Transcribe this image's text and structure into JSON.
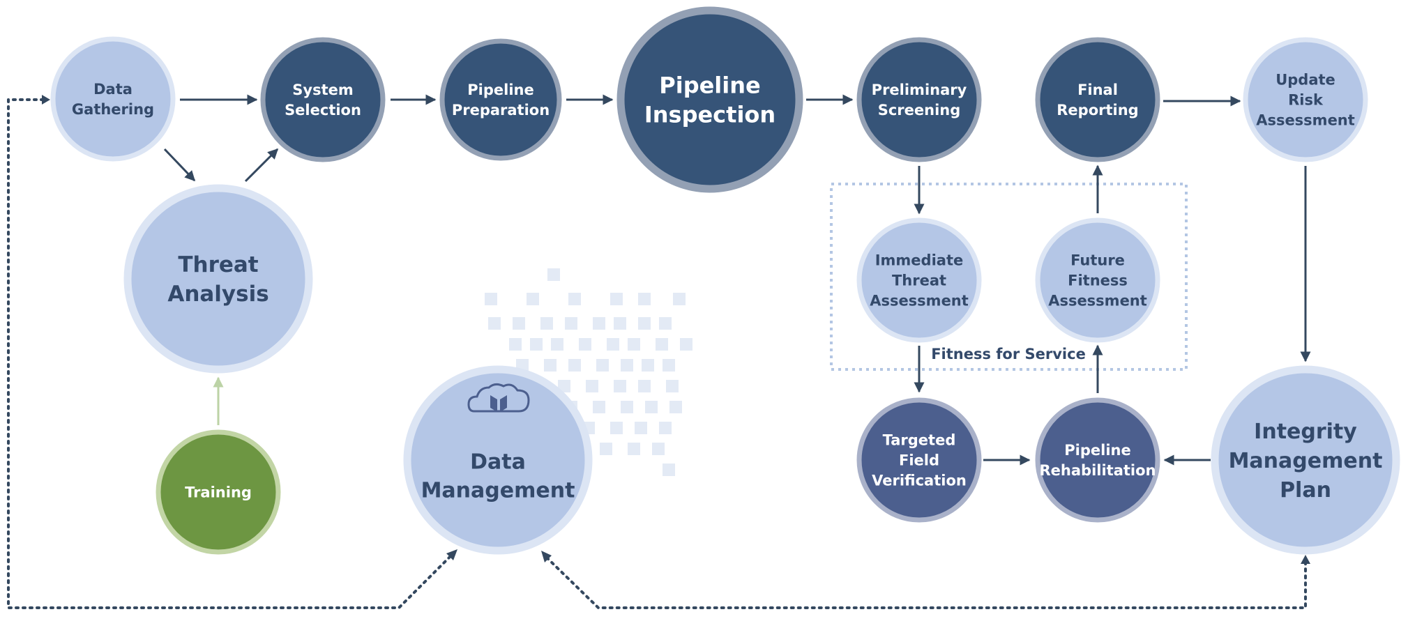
{
  "colors": {
    "dark": "#365478",
    "dark_ring": "#93a0b4",
    "medium": "#4c5f8e",
    "medium_ring": "#a9b1c9",
    "light": "#b4c6e6",
    "light_ring": "#dce5f4",
    "green": "#6d9642",
    "green_ring": "#c2d5a5",
    "light_text": "#33496a",
    "white_text": "#ffffff",
    "arrow": "#34485f",
    "dotted": "#34485f",
    "box": "#b3c6e3",
    "pixels": "#e3eaf5",
    "training_arrow": "#bcd3a6"
  },
  "icons": {
    "data_management": "cloud-icon"
  },
  "nodes": {
    "data_gathering": {
      "lines": [
        "Data",
        "Gathering"
      ]
    },
    "system_selection": {
      "lines": [
        "System",
        "Selection"
      ]
    },
    "pipeline_preparation": {
      "lines": [
        "Pipeline",
        "Preparation"
      ]
    },
    "pipeline_inspection": {
      "lines": [
        "Pipeline",
        "Inspection"
      ]
    },
    "preliminary_screening": {
      "lines": [
        "Preliminary",
        "Screening"
      ]
    },
    "final_reporting": {
      "lines": [
        "Final",
        "Reporting"
      ]
    },
    "update_risk_assessment": {
      "lines": [
        "Update",
        "Risk",
        "Assessment"
      ]
    },
    "threat_analysis": {
      "lines": [
        "Threat",
        "Analysis"
      ]
    },
    "training": {
      "lines": [
        "Training"
      ]
    },
    "data_management": {
      "lines": [
        "Data",
        "Management"
      ]
    },
    "immediate_threat_assessment": {
      "lines": [
        "Immediate",
        "Threat",
        "Assessment"
      ]
    },
    "future_fitness_assessment": {
      "lines": [
        "Future",
        "Fitness",
        "Assessment"
      ]
    },
    "targeted_field_verification": {
      "lines": [
        "Targeted",
        "Field",
        "Verification"
      ]
    },
    "pipeline_rehabilitation": {
      "lines": [
        "Pipeline",
        "Rehabilitation"
      ]
    },
    "integrity_management_plan": {
      "lines": [
        "Integrity",
        "Management",
        "Plan"
      ]
    }
  },
  "fitness_box": {
    "label": "Fitness for Service"
  }
}
